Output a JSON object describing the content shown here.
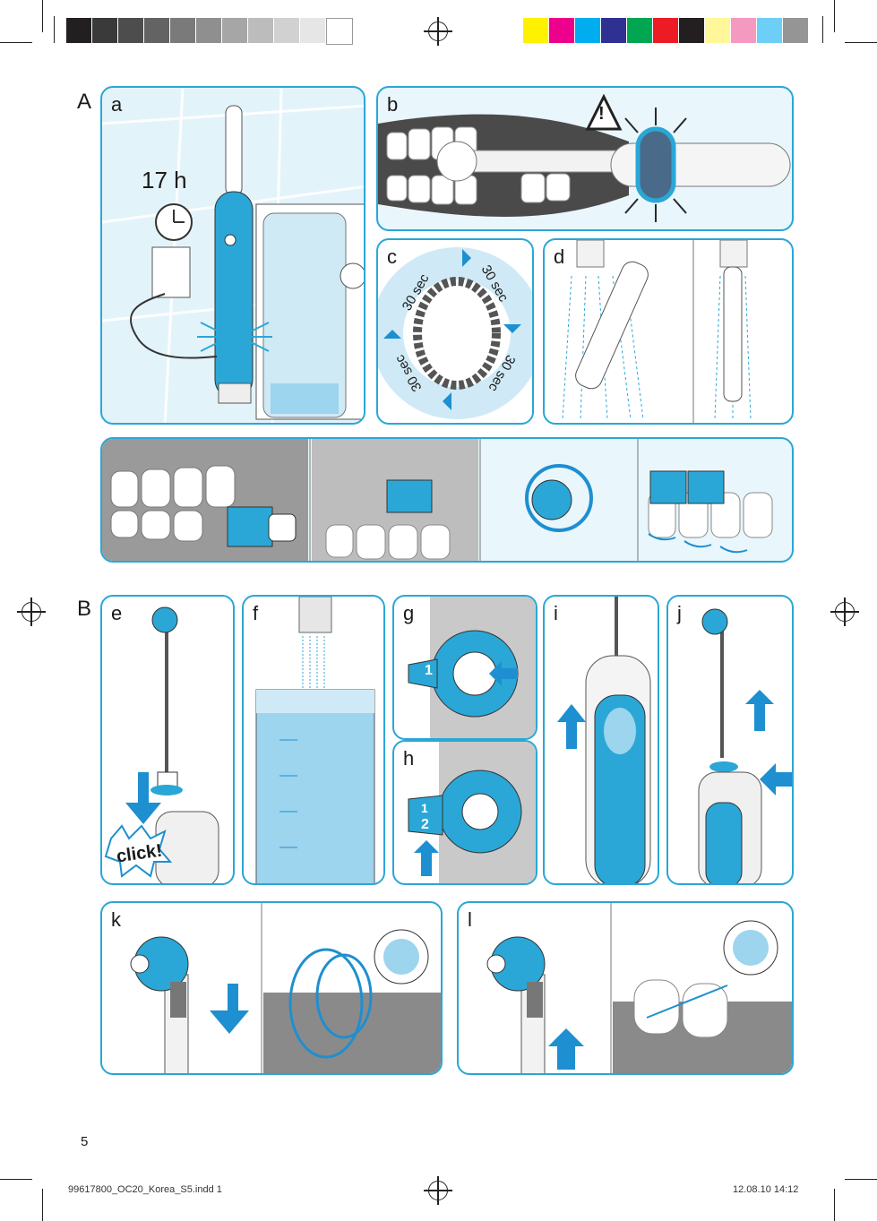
{
  "page_number": "5",
  "section_labels": {
    "a_section": "A",
    "b_section": "B"
  },
  "panels": {
    "a": {
      "label": "a",
      "clock_text": "17 h"
    },
    "b": {
      "label": "b",
      "warning_symbol": "!"
    },
    "c": {
      "label": "c",
      "timer_labels": [
        "30 sec",
        "30 sec",
        "30 sec",
        "30 sec"
      ]
    },
    "d": {
      "label": "d"
    },
    "e": {
      "label": "e",
      "click_text": "click!"
    },
    "f": {
      "label": "f"
    },
    "g": {
      "label": "g",
      "step_number": "1"
    },
    "h": {
      "label": "h",
      "step_numbers": [
        "1",
        "2"
      ]
    },
    "i": {
      "label": "i"
    },
    "j": {
      "label": "j"
    },
    "k": {
      "label": "k"
    },
    "l": {
      "label": "l"
    }
  },
  "footer": {
    "filename": "99617800_OC20_Korea_S5.indd   1",
    "date_time": "12.08.10   14:12"
  },
  "colors": {
    "accent_blue": "#2aa7d6",
    "light_blue": "#cfeaf6",
    "arrow_blue": "#1e8fd0"
  },
  "color_bar_left": [
    "#231f20",
    "#3a3a3a",
    "#4d4d4d",
    "#636363",
    "#7a7a7a",
    "#8f8f8f",
    "#a6a6a6",
    "#bcbcbc",
    "#d1d1d1",
    "#e6e6e6",
    "#ffffff"
  ],
  "color_bar_right": [
    "#fff200",
    "#ec008c",
    "#00aeef",
    "#2e3192",
    "#00a651",
    "#ed1c24",
    "#231f20",
    "#fff799",
    "#f49ac1",
    "#6dcff6",
    "#959595"
  ]
}
